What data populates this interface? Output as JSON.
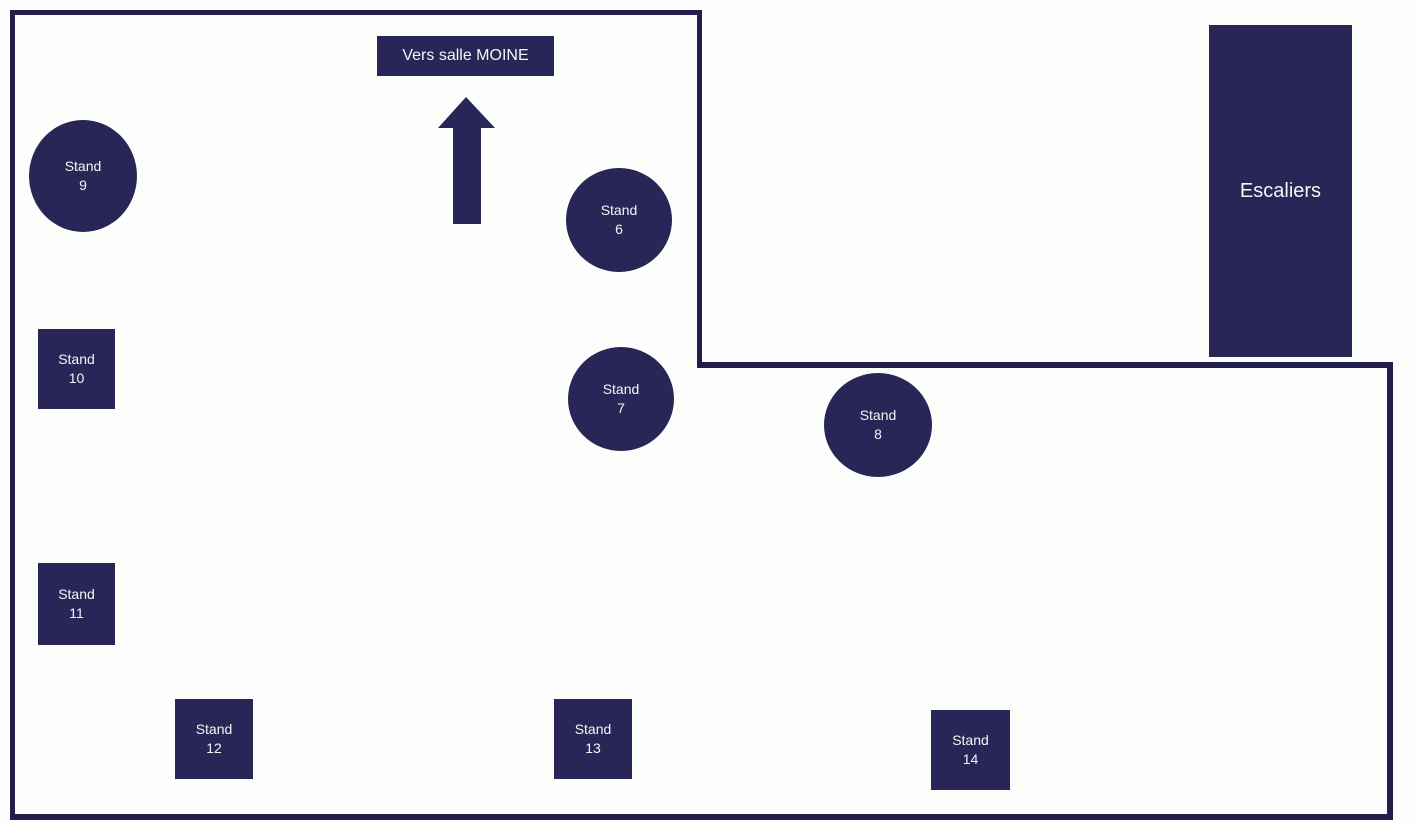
{
  "colors": {
    "shape_fill": "#272656",
    "wall": "#211E4E",
    "shape_text": "#F5F5F5",
    "background": "#FDFEFB"
  },
  "direction_sign": {
    "label": "Vers salle MOINE",
    "arrow_icon": "up-arrow-icon"
  },
  "stairs": {
    "label": "Escaliers"
  },
  "stands": [
    {
      "name": "Stand",
      "number": "6",
      "shape": "circle"
    },
    {
      "name": "Stand",
      "number": "7",
      "shape": "circle"
    },
    {
      "name": "Stand",
      "number": "8",
      "shape": "circle"
    },
    {
      "name": "Stand",
      "number": "9",
      "shape": "circle"
    },
    {
      "name": "Stand",
      "number": "10",
      "shape": "square"
    },
    {
      "name": "Stand",
      "number": "11",
      "shape": "square"
    },
    {
      "name": "Stand",
      "number": "12",
      "shape": "square"
    },
    {
      "name": "Stand",
      "number": "13",
      "shape": "square"
    },
    {
      "name": "Stand",
      "number": "14",
      "shape": "square"
    }
  ]
}
